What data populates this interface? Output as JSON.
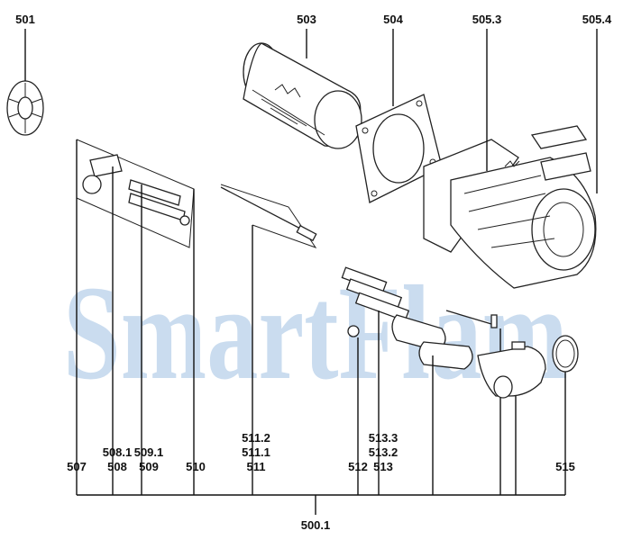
{
  "watermark": "SmartFlam",
  "labels": {
    "l501": "501",
    "l503": "503",
    "l504": "504",
    "l505_3": "505.3",
    "l505_4": "505.4",
    "l507": "507",
    "l508_1": "508.1",
    "l508": "508",
    "l509_1": "509.1",
    "l509": "509",
    "l510": "510",
    "l511_2": "511.2",
    "l511_1": "511.1",
    "l511": "511",
    "l512": "512",
    "l513_3": "513.3",
    "l513_2": "513.2",
    "l513": "513",
    "l515": "515",
    "l500_1": "500.1"
  }
}
